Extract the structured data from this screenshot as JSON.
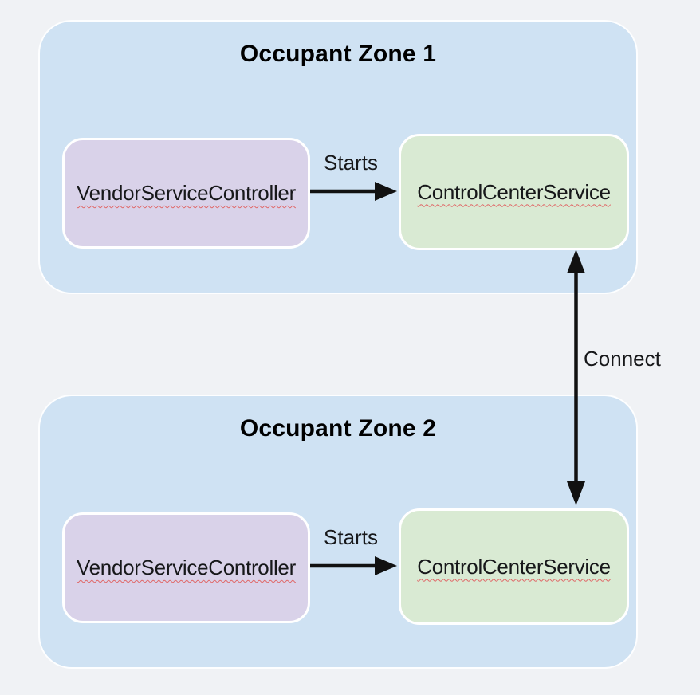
{
  "page": {
    "background": "#f0f2f5"
  },
  "diagram": {
    "zones": [
      {
        "title": "Occupant Zone 1",
        "controller": {
          "label": "VendorServiceController",
          "fill": "#d9d2e9"
        },
        "service": {
          "label": "ControlCenterService",
          "fill": "#d9ead3"
        },
        "edge": {
          "label": "Starts"
        }
      },
      {
        "title": "Occupant Zone 2",
        "controller": {
          "label": "VendorServiceController",
          "fill": "#d9d2e9"
        },
        "service": {
          "label": "ControlCenterService",
          "fill": "#d9ead3"
        },
        "edge": {
          "label": "Starts"
        }
      }
    ],
    "connection": {
      "label": "Connect"
    },
    "colors": {
      "zone_fill": "#cfe2f3",
      "controller_fill": "#d9d2e9",
      "service_fill": "#d9ead3",
      "node_border": "#ffffff",
      "arrow": "#111111",
      "spellcheck_underline": "#e06666",
      "title_text": "#000000",
      "label_text": "#17181a"
    }
  }
}
